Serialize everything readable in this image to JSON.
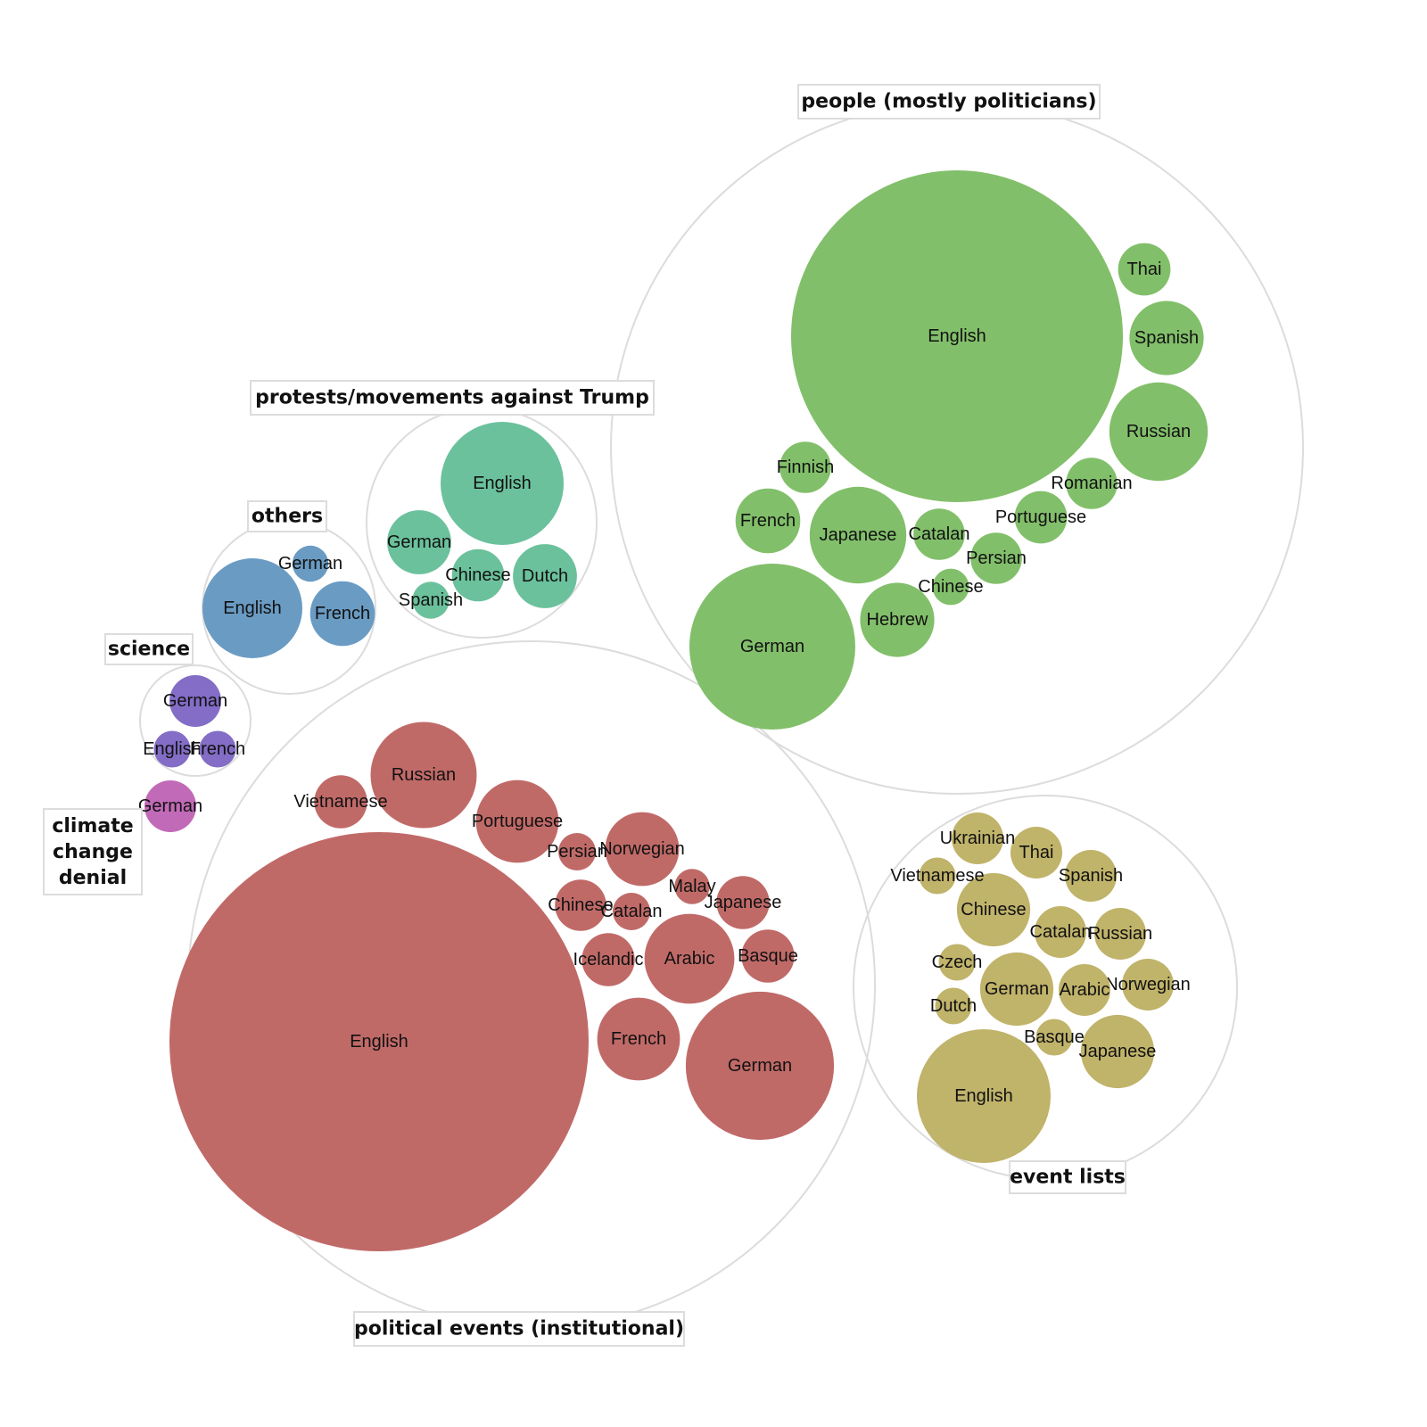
{
  "chart_data": {
    "type": "bubble",
    "groups": [
      {
        "name": "people (mostly politicians)",
        "color": "#82bf6a",
        "bubbles": [
          {
            "label": "English",
            "value": 100
          },
          {
            "label": "German",
            "value": 25
          },
          {
            "label": "Russian",
            "value": 8.8
          },
          {
            "label": "Japanese",
            "value": 8.5
          },
          {
            "label": "Spanish",
            "value": 5
          },
          {
            "label": "Hebrew",
            "value": 5
          },
          {
            "label": "French",
            "value": 3.8
          },
          {
            "label": "Portuguese",
            "value": 2.5
          },
          {
            "label": "Romanian",
            "value": 2.4
          },
          {
            "label": "Catalan",
            "value": 2.4
          },
          {
            "label": "Persian",
            "value": 2.4
          },
          {
            "label": "Thai",
            "value": 2.5
          },
          {
            "label": "Finnish",
            "value": 2.4
          },
          {
            "label": "Chinese",
            "value": 1.2
          }
        ]
      },
      {
        "name": "protests/movements against Trump",
        "color": "#6bc19c",
        "bubbles": [
          {
            "label": "English",
            "value": 100
          },
          {
            "label": "German",
            "value": 27
          },
          {
            "label": "Dutch",
            "value": 27
          },
          {
            "label": "Chinese",
            "value": 18
          },
          {
            "label": "Spanish",
            "value": 9
          }
        ]
      },
      {
        "name": "others",
        "color": "#6a9bc3",
        "bubbles": [
          {
            "label": "English",
            "value": 100
          },
          {
            "label": "French",
            "value": 42
          },
          {
            "label": "German",
            "value": 13
          }
        ]
      },
      {
        "name": "science",
        "color": "#836dc6",
        "bubbles": [
          {
            "label": "German",
            "value": 100
          },
          {
            "label": "English",
            "value": 50
          },
          {
            "label": "French",
            "value": 50
          }
        ]
      },
      {
        "name": "climate change denial",
        "color": "#c16ab7",
        "bubbles": [
          {
            "label": "German",
            "value": 100
          }
        ]
      },
      {
        "name": "political events (institutional)",
        "color": "#c06a68",
        "bubbles": [
          {
            "label": "English",
            "value": 100
          },
          {
            "label": "German",
            "value": 12.5
          },
          {
            "label": "Russian",
            "value": 6.4
          },
          {
            "label": "Arabic",
            "value": 4.6
          },
          {
            "label": "Portuguese",
            "value": 3.9
          },
          {
            "label": "French",
            "value": 3.9
          },
          {
            "label": "Norwegian",
            "value": 3.1
          },
          {
            "label": "Japanese",
            "value": 1.6
          },
          {
            "label": "Basque",
            "value": 1.6
          },
          {
            "label": "Icelandic",
            "value": 1.6
          },
          {
            "label": "Chinese",
            "value": 1.5
          },
          {
            "label": "Vietnamese",
            "value": 1.6
          },
          {
            "label": "Catalan",
            "value": 0.8
          },
          {
            "label": "Persian",
            "value": 0.8
          },
          {
            "label": "Malay",
            "value": 0.7
          }
        ]
      },
      {
        "name": "event lists",
        "color": "#c0b36a",
        "bubbles": [
          {
            "label": "English",
            "value": 100
          },
          {
            "label": "German",
            "value": 30
          },
          {
            "label": "Japanese",
            "value": 30
          },
          {
            "label": "Chinese",
            "value": 30
          },
          {
            "label": "Spanish",
            "value": 15
          },
          {
            "label": "Russian",
            "value": 15
          },
          {
            "label": "Norwegian",
            "value": 15
          },
          {
            "label": "Catalan",
            "value": 15
          },
          {
            "label": "Arabic",
            "value": 15
          },
          {
            "label": "Thai",
            "value": 15
          },
          {
            "label": "Ukrainian",
            "value": 15
          },
          {
            "label": "Czech",
            "value": 7.5
          },
          {
            "label": "Dutch",
            "value": 7.5
          },
          {
            "label": "Basque",
            "value": 7.5
          },
          {
            "label": "Vietnamese",
            "value": 7.5
          }
        ]
      }
    ]
  }
}
